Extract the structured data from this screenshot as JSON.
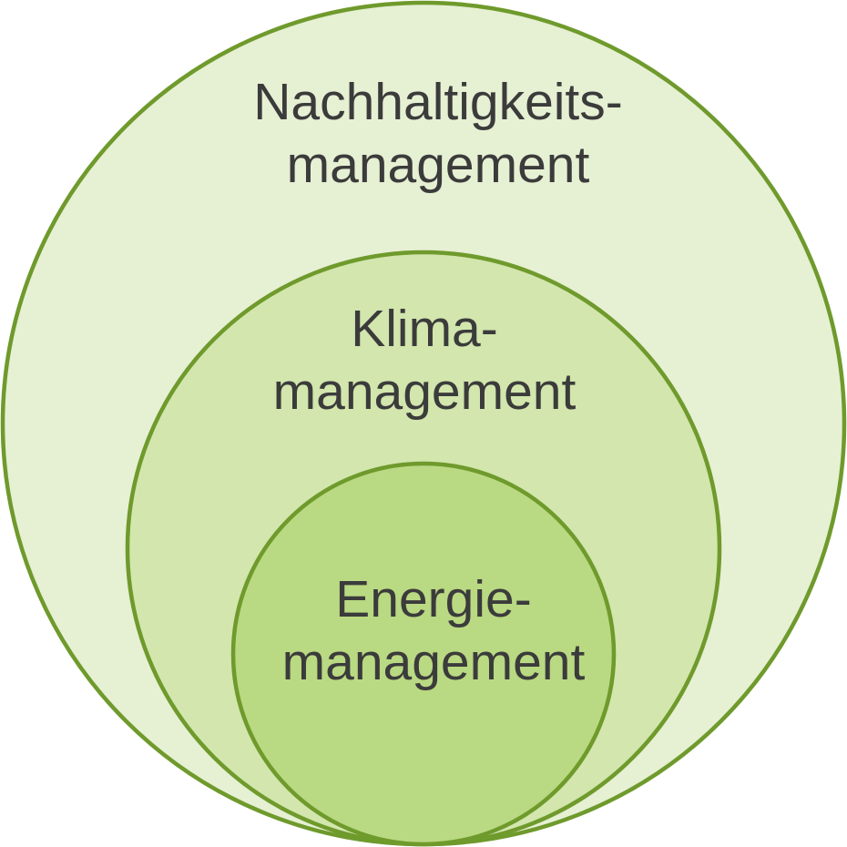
{
  "colors": {
    "stroke": "#6f9a2c",
    "outer_fill": "#e6f0d3",
    "middle_fill": "#d2e6ad",
    "inner_fill": "#b9d982",
    "text": "#3b3b3b"
  },
  "circles": {
    "outer": {
      "line1": "Nachhaltigkeits-",
      "line2": "management"
    },
    "middle": {
      "line1": "Klima-",
      "line2": "management"
    },
    "inner": {
      "line1": "Energie-",
      "line2": "management"
    }
  }
}
